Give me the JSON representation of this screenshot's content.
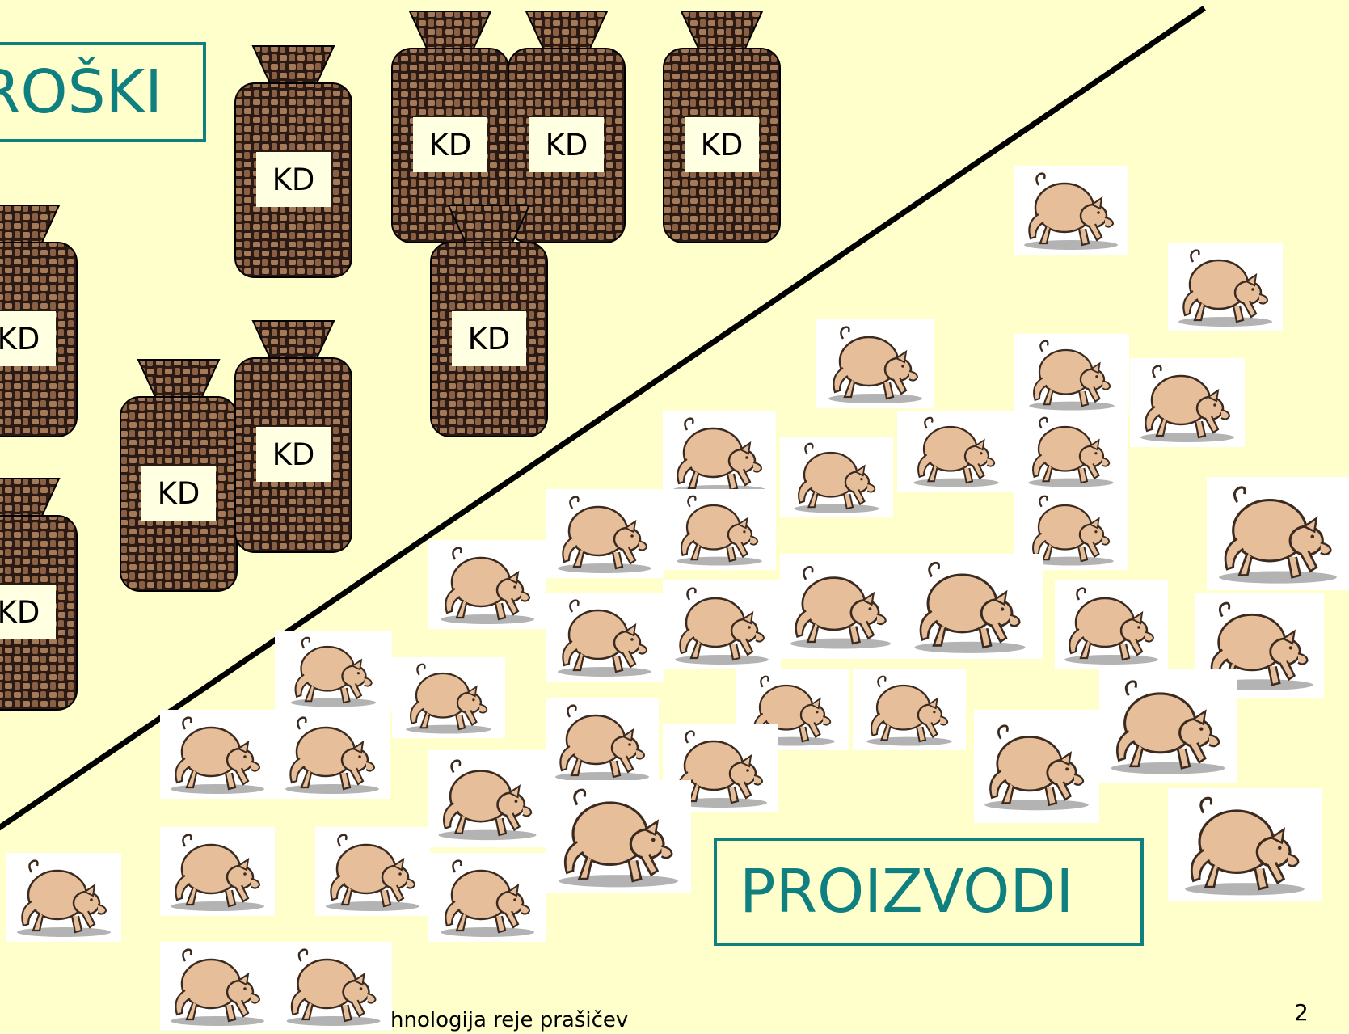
{
  "labels": {
    "costs": "ROŠKI",
    "products": "PROIZVODI",
    "bag": "KD"
  },
  "footer": {
    "text": "hnologija reje prašičev",
    "page": "2"
  },
  "icons": {
    "bag": "woven-sack-icon",
    "pig": "pig-icon"
  },
  "colors": {
    "background": "#ffffcc",
    "accent": "#0f7f7f",
    "bag_weave_dark": "#2b1a14",
    "bag_weave_light": "#a57a58",
    "pig": "#e6bf9a"
  }
}
